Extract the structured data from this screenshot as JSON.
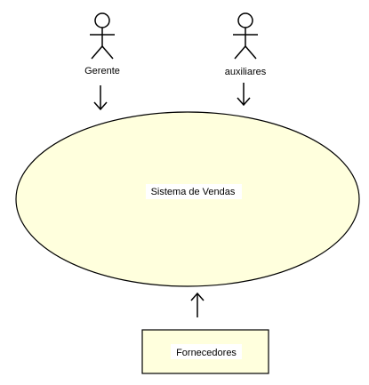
{
  "diagram": {
    "actors": [
      {
        "label": "Gerente"
      },
      {
        "label": "auxiliares"
      }
    ],
    "system": {
      "label": "Sistema de Vendas"
    },
    "external": {
      "label": "Fornecedores"
    },
    "colors": {
      "ellipse_fill": "#ffffdd",
      "box_fill": "#ffffdd",
      "label_bg": "#ffffff",
      "stroke": "#000000"
    }
  }
}
